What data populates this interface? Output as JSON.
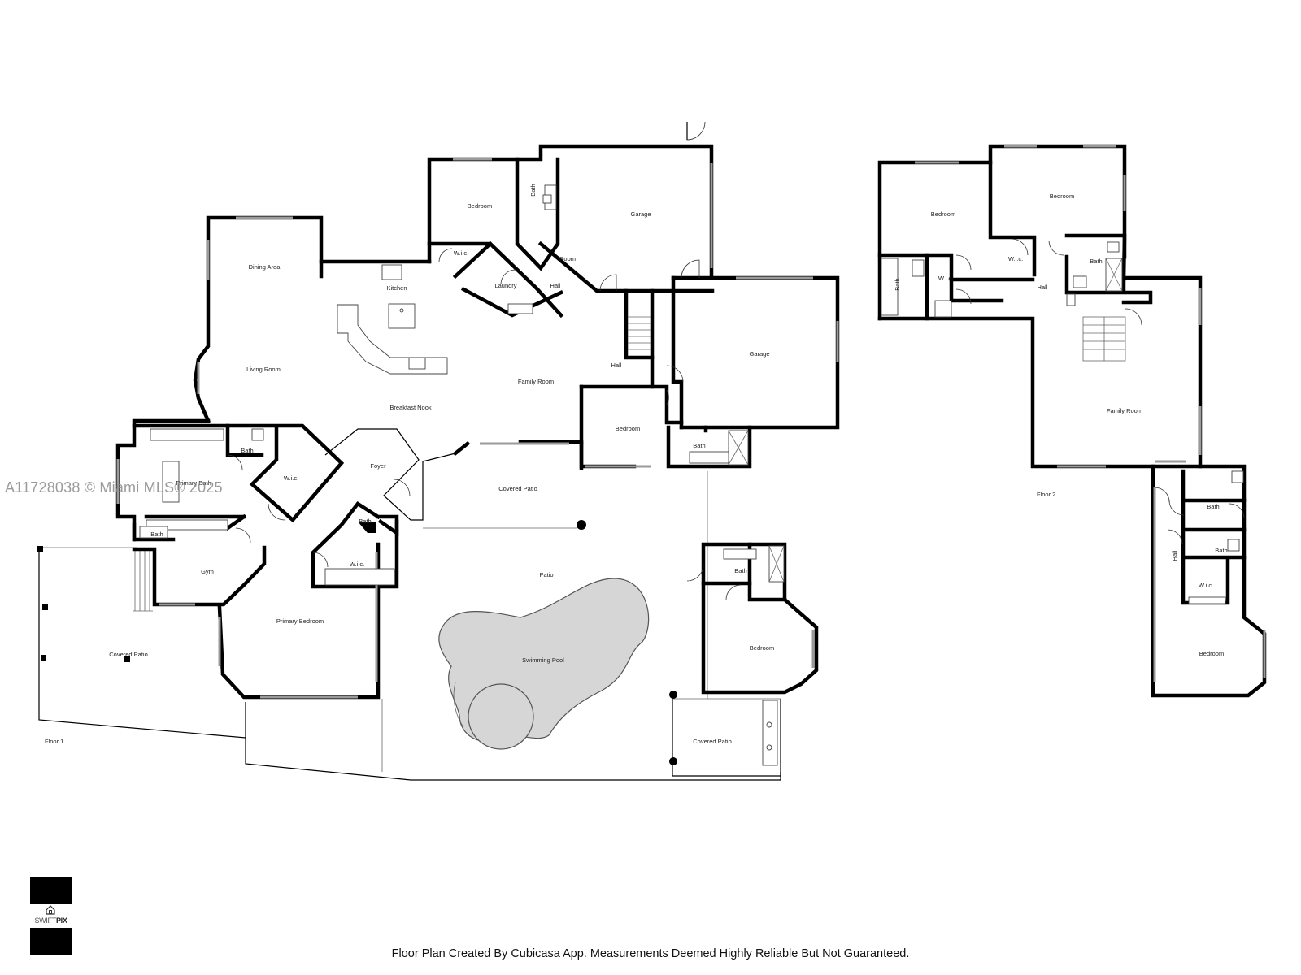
{
  "watermark": "A11728038 © Miami MLS® 2025",
  "footer": "Floor Plan Created By Cubicasa App. Measurements Deemed Highly Reliable But Not Guaranteed.",
  "logo": {
    "word_light": "SWIFT",
    "word_bold": "PIX",
    "icon": "house-icon"
  },
  "floor1": {
    "label": "Floor 1",
    "rooms": {
      "dining_area": "Dining Area",
      "kitchen": "Kitchen",
      "living_room": "Living Room",
      "breakfast_nook": "Breakfast Nook",
      "family_room": "Family Room",
      "hall_center": "Hall",
      "bedroom_north": "Bedroom",
      "bath_north": "Bath",
      "wic_north": "W.i.c.",
      "laundry": "Laundry",
      "room": "Room",
      "hall_north": "Hall",
      "garage_north": "Garage",
      "garage_east": "Garage",
      "bedroom_center": "Bedroom",
      "bath_center": "Bath",
      "primary_bath": "Primary Bath",
      "bath_primary_wc": "Bath",
      "wic_primary": "W.i.c.",
      "foyer": "Foyer",
      "bath_foyer": "Bath",
      "wic_foyer": "W.i.c.",
      "bath_gym": "Bath",
      "gym": "Gym",
      "primary_bedroom": "Primary Bedroom",
      "covered_patio_west": "Covered Patio",
      "covered_patio_center": "Covered Patio",
      "patio": "Patio",
      "swimming_pool": "Swimming Pool",
      "bath_guest": "Bath",
      "bedroom_guest": "Bedroom",
      "covered_patio_east": "Covered Patio"
    }
  },
  "floor2": {
    "label": "Floor 2",
    "rooms": {
      "bedroom_nw": "Bedroom",
      "bedroom_ne": "Bedroom",
      "bath_west": "Bath",
      "wic_west": "W.i.c.",
      "wic_center": "W.i.c.",
      "bath_upper": "Bath",
      "hall_upper": "Hall",
      "family_room": "Family Room",
      "bath_east": "Bath",
      "bath_east2": "Bath",
      "hall_east": "Hall",
      "wic_east": "W.i.c.",
      "bedroom_se": "Bedroom"
    }
  }
}
